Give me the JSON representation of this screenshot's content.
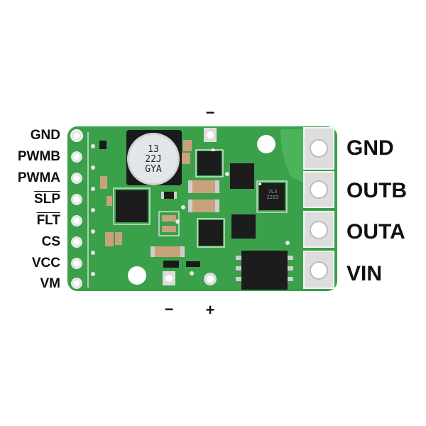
{
  "left_pins": [
    "GND",
    "PWMB",
    "PWMA",
    "SLP",
    "FLT",
    "CS",
    "VCC",
    "VM"
  ],
  "right_terminals": [
    "GND",
    "OUTB",
    "OUTA",
    "VIN"
  ],
  "polarity": {
    "top_minus": "−",
    "bottom_minus": "−",
    "bottom_plus": "+"
  },
  "components": {
    "capacitor_lines": [
      "13",
      "22J",
      "GYA"
    ],
    "small_ic_text": [
      "7L3",
      "2203"
    ]
  },
  "colors": {
    "pcb": "#3aa04a",
    "pcb_dark": "#2f8a3d",
    "silk": "#f2f2f2",
    "pad": "#d9dcd8",
    "chip": "#1c1c1c"
  }
}
